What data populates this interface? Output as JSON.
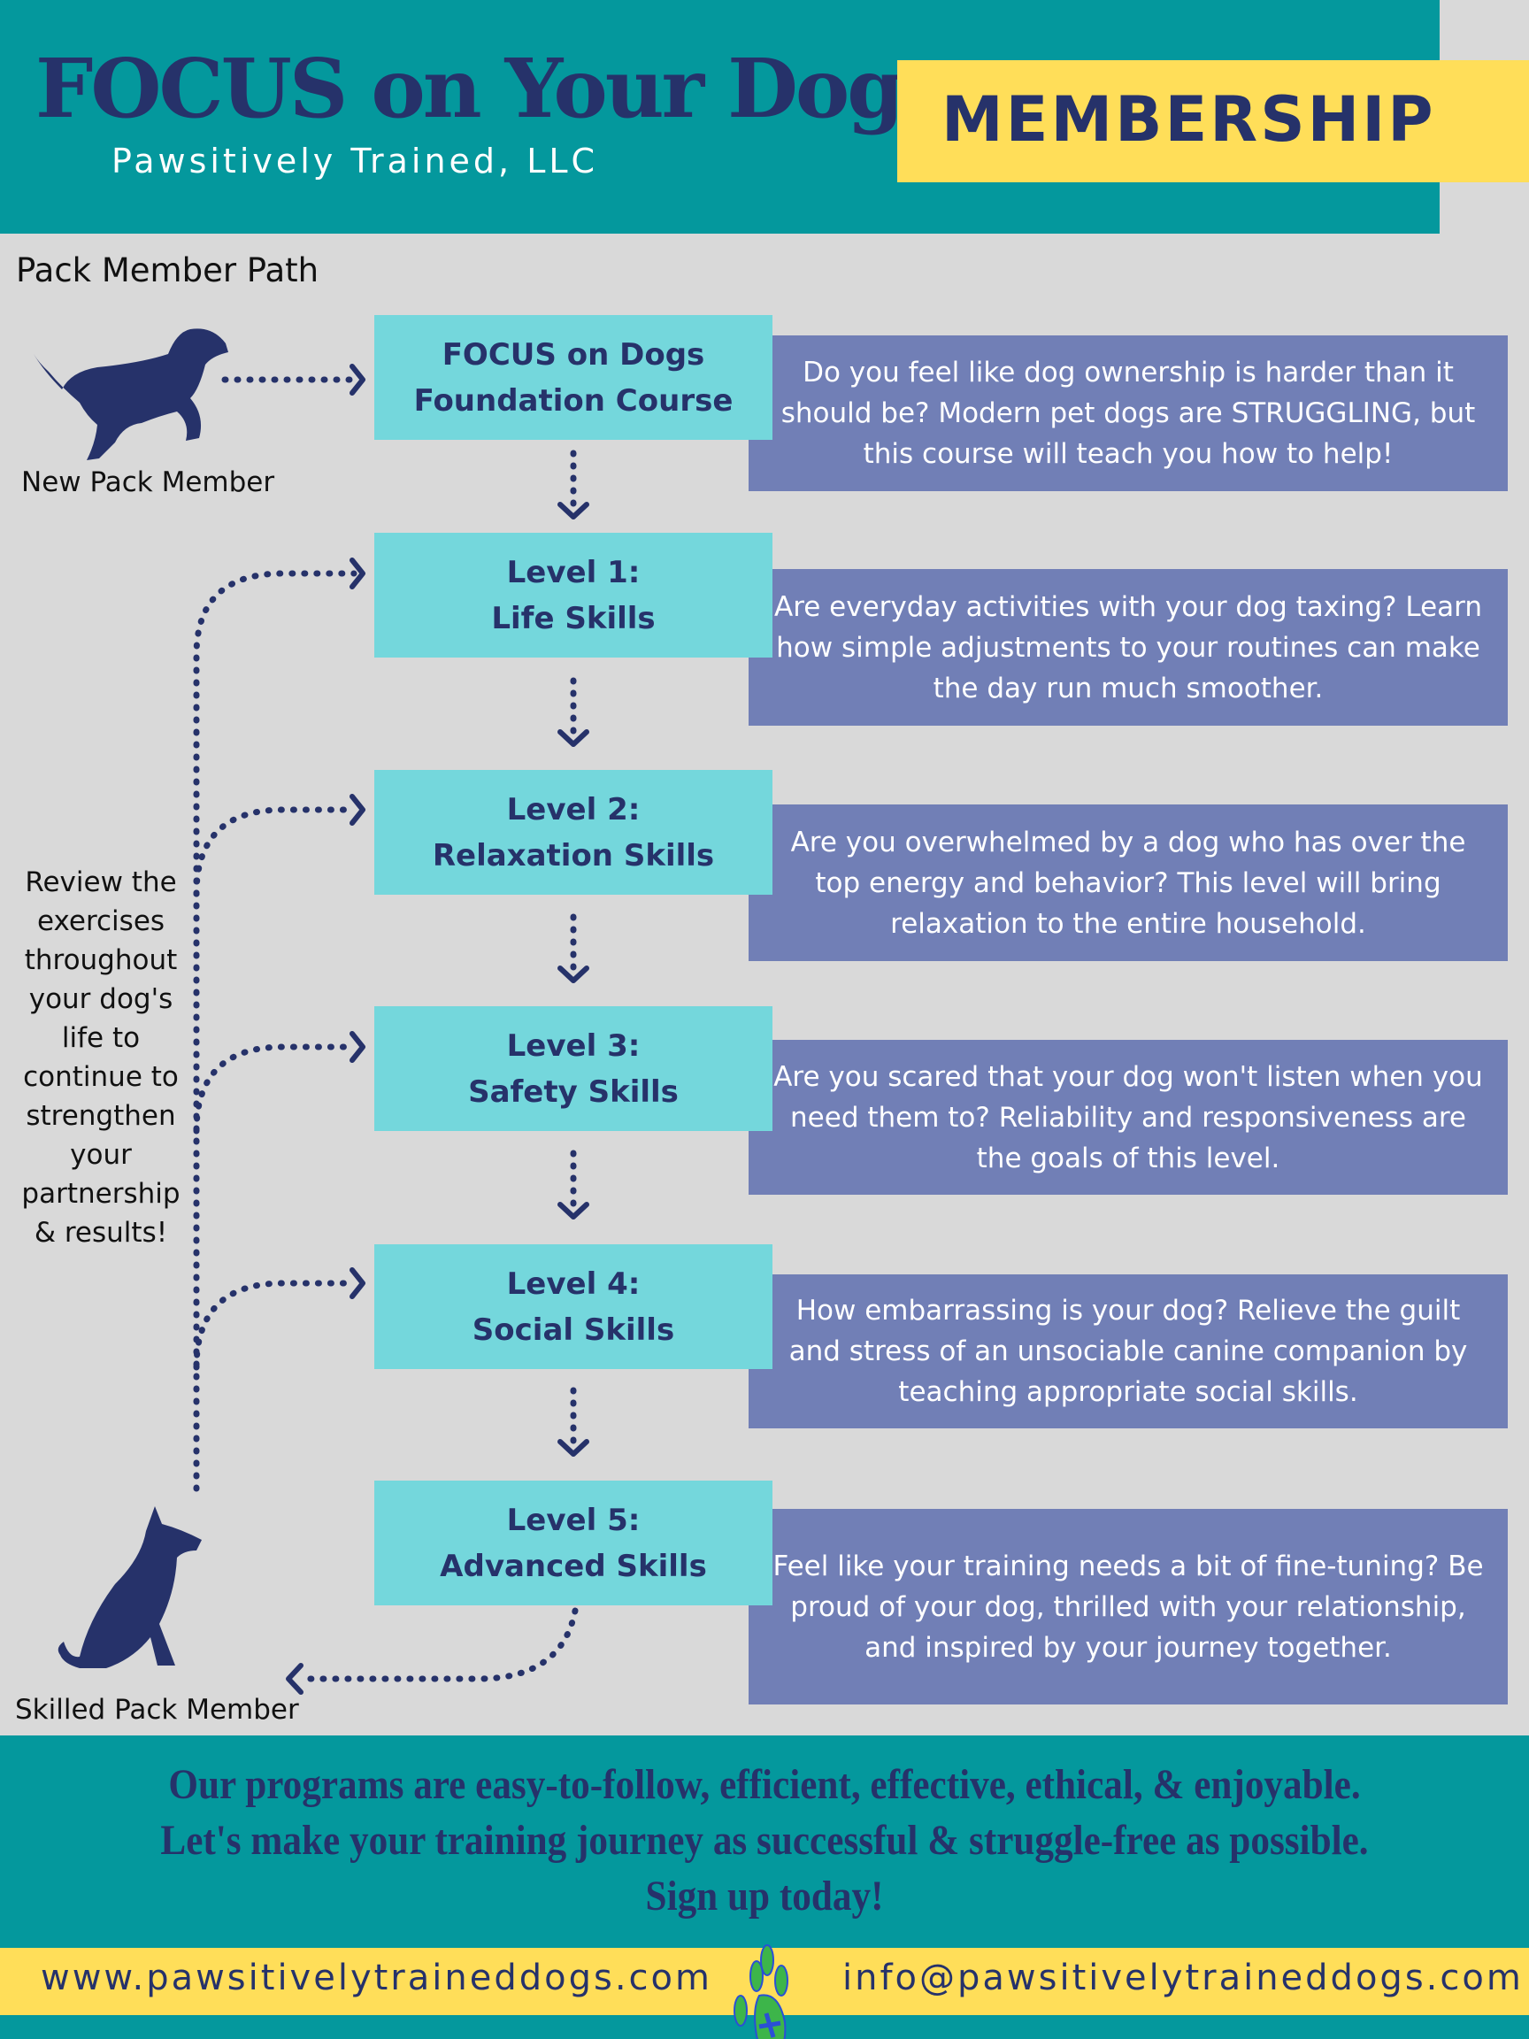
{
  "header": {
    "title": "FOCUS on Your Dog",
    "subtitle": "Pawsitively Trained, LLC",
    "badge": "MEMBERSHIP"
  },
  "path_title": "Pack Member Path",
  "labels": {
    "start": "New Pack Member",
    "end": "Skilled Pack Member",
    "review": "Review the exercises throughout your dog's life to continue to strengthen your partnership & results!"
  },
  "steps": [
    {
      "line1": "FOCUS on Dogs",
      "line2": "Foundation Course",
      "desc": "Do you feel like dog ownership is harder than it should be? Modern pet dogs are STRUGGLING, but this course will teach you how to help!"
    },
    {
      "line1": "Level 1:",
      "line2": "Life Skills",
      "desc": "Are everyday activities with your dog taxing? Learn how simple adjustments to your routines can make the day run much smoother."
    },
    {
      "line1": "Level 2:",
      "line2": "Relaxation Skills",
      "desc": "Are you overwhelmed by a dog who has over the top energy and behavior? This level will bring relaxation to the entire household."
    },
    {
      "line1": "Level 3:",
      "line2": "Safety Skills",
      "desc": "Are you scared that your dog won't listen when you need them to? Reliability and responsiveness are the goals of this level."
    },
    {
      "line1": "Level 4:",
      "line2": "Social Skills",
      "desc": "How embarrassing is your dog? Relieve the guilt and stress of an unsociable canine companion by teaching appropriate social skills."
    },
    {
      "line1": "Level 5:",
      "line2": "Advanced Skills",
      "desc": "Feel like your training needs a bit of fine-tuning? Be proud of your dog, thrilled with your relationship, and inspired by your journey together."
    }
  ],
  "footer": {
    "line1": "Our programs are easy-to-follow, efficient, effective, ethical, & enjoyable.",
    "line2": "Let's make your training journey as successful & struggle-free as possible.",
    "line3": "Sign up today!",
    "website": "www.pawsitivelytraineddogs.com",
    "email": "info@pawsitivelytraineddogs.com"
  },
  "colors": {
    "teal": "#04989D",
    "yellow": "#FFDE59",
    "navy": "#26326A",
    "step": "#74D7DC",
    "desc": "#717FB6"
  }
}
